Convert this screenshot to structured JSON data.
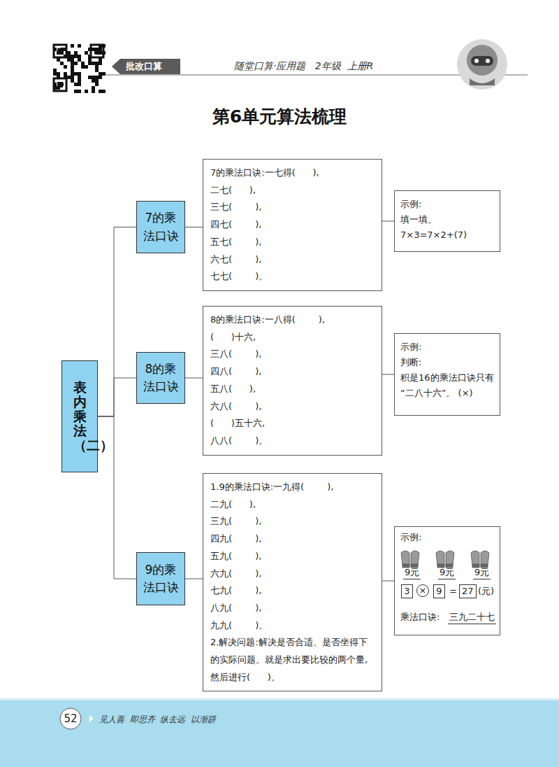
{
  "diagram": {
    "title": "第6单元算法梳理",
    "nodes": [
      {
        "text": [
          "表内乘法（二）"
        ]
      },
      {
        "text": [
          "7的乘法口诀"
        ]
      },
      {
        "text": [
          "7的乘法口诀:一七得(      ),",
          "二七(      ),",
          "三七(        ),",
          "四七(        ),",
          "五七(        ),",
          "六七(        ),",
          "七七(        )。"
        ]
      },
      {
        "text": [
          "示例:",
          "填一填。",
          "7×3=7×2+(7)"
        ]
      },
      {
        "text": [
          "8的乘法口诀"
        ]
      },
      {
        "text": [
          "8的乘法口诀:一八得(        ),",
          "(      )十六,",
          "三八(        ),",
          "四八(        ),",
          "五八(      ),",
          "六八(        ),",
          "(      )五十六,",
          "八八(        )。"
        ]
      },
      {
        "text": [
          "示例:",
          "判断:",
          "积是16的乘法口诀只有“二八十六”。 (×)"
        ]
      },
      {
        "text": [
          "9的乘法口诀"
        ]
      },
      {
        "text": [
          "1.9的乘法口诀:一九得(        ),",
          "二九(      ),",
          "三九(        ),",
          "四九(        ),",
          "五九(        ),",
          "六九(        ),",
          "七九(        ),",
          "八九(        ),",
          "九九(        )。",
          "2.解决问题:解决是否合适、是否坐得下的实际问题。就是求出要比较的两个量,然后进行(      )。"
        ]
      },
      {
        "text": [
          "示例:",
          "9元",
          "9元",
          "9元",
          "3",
          "×",
          "9",
          "=",
          "27",
          "(元)",
          "乘法口诀:",
          "三九二十七"
        ]
      }
    ],
    "edges": [
      {
        "from": 0,
        "to": 1,
        "arrow": "none"
      },
      {
        "from": 0,
        "to": 4,
        "arrow": "none"
      },
      {
        "from": 0,
        "to": 7,
        "arrow": "none"
      },
      {
        "from": 1,
        "to": 2,
        "arrow": "none"
      },
      {
        "from": 2,
        "to": 3,
        "arrow": "none"
      },
      {
        "from": 4,
        "to": 5,
        "arrow": "none"
      },
      {
        "from": 5,
        "to": 6,
        "arrow": "none"
      },
      {
        "from": 7,
        "to": 8,
        "arrow": "none"
      },
      {
        "from": 8,
        "to": 9,
        "arrow": "none"
      }
    ],
    "labels": [
      "批改口算",
      "随堂口算·应用题   2年级  上册R",
      "52",
      "见人善  即思齐  纵去远  以渐跻"
    ]
  }
}
